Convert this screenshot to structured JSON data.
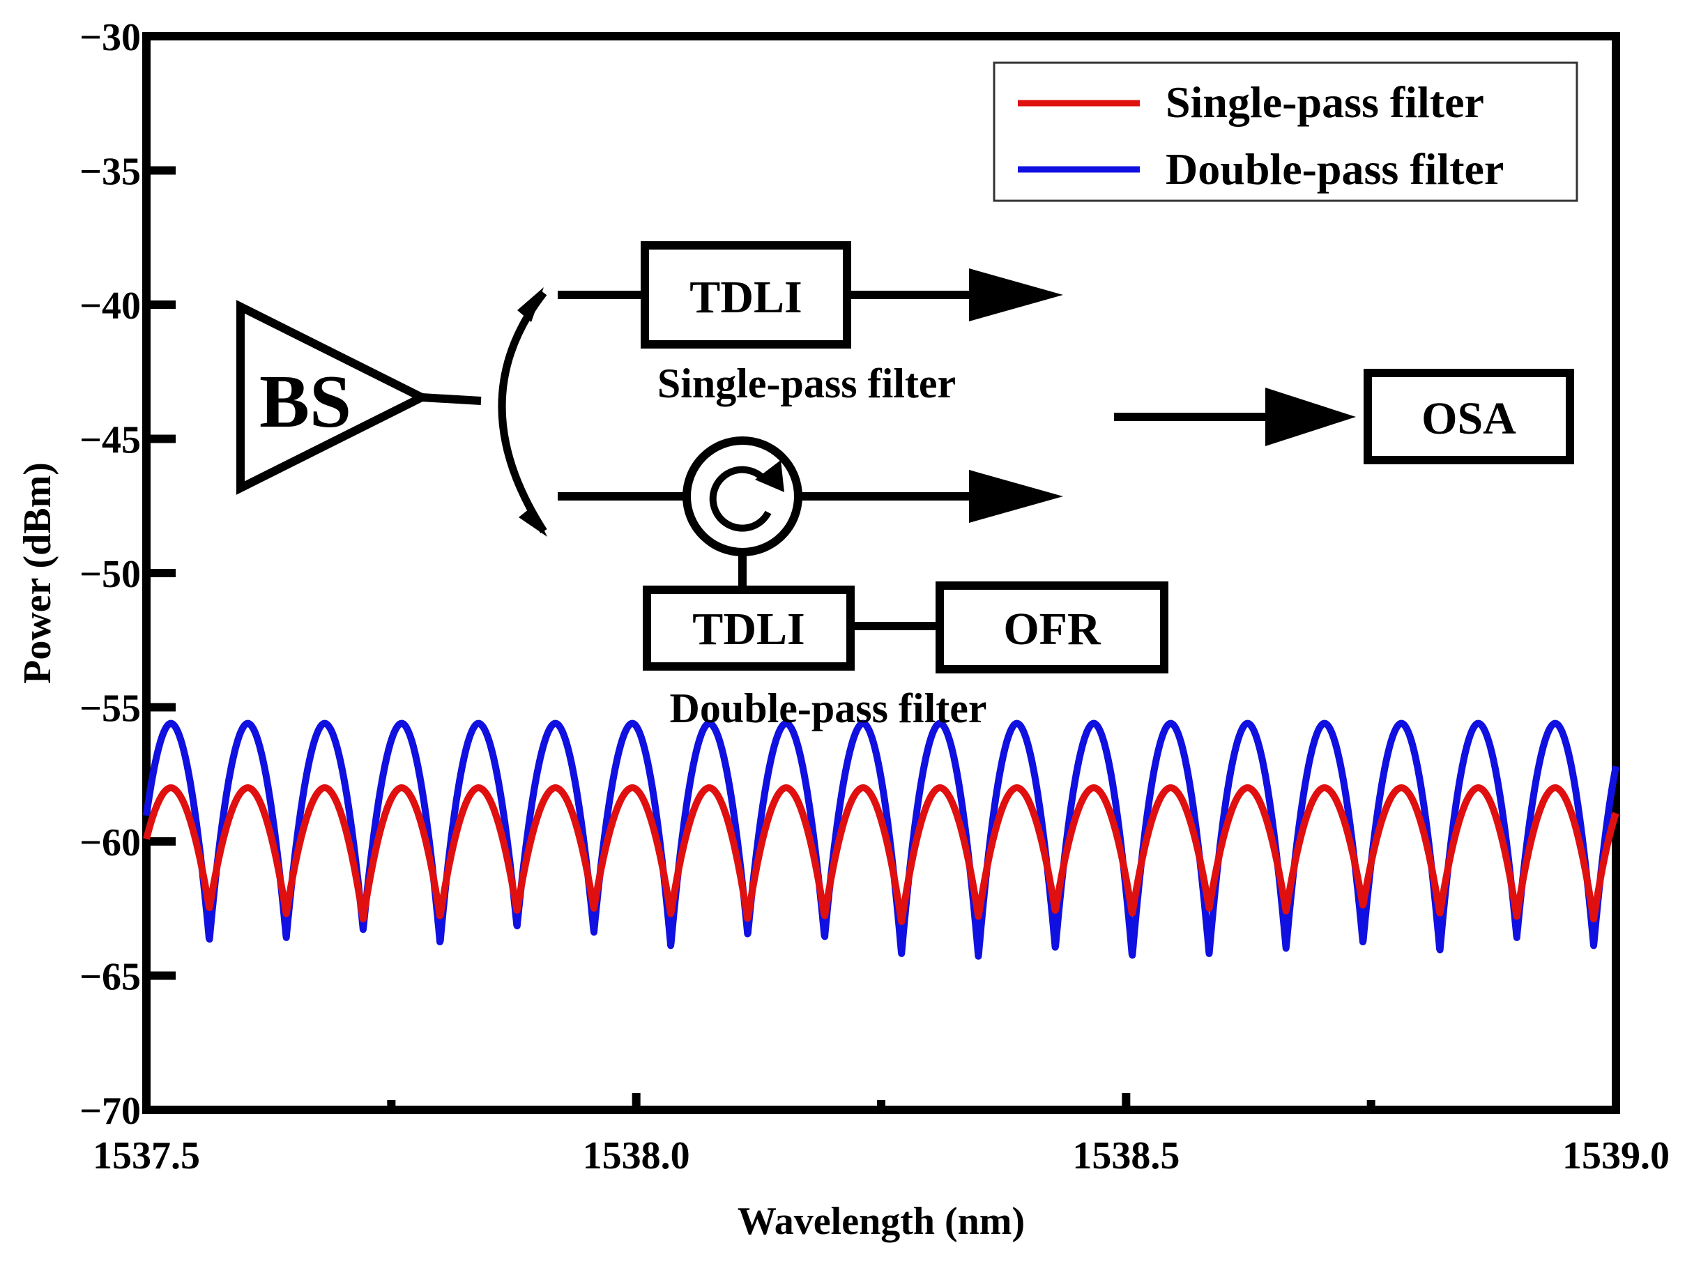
{
  "chart_data": {
    "type": "line",
    "title": "",
    "xlabel": "Wavelength (nm)",
    "ylabel": "Power (dBm)",
    "xlim": [
      1537.5,
      1539.0
    ],
    "ylim": [
      -70,
      -30
    ],
    "x_ticks": [
      "1537.5",
      "1538.0",
      "1538.5",
      "1539.0"
    ],
    "x_tick_values": [
      1537.5,
      1538.0,
      1538.5,
      1539.0
    ],
    "x_minor_ticks": [
      1537.75,
      1538.25,
      1538.75
    ],
    "y_ticks": [
      "-30",
      "-35",
      "-40",
      "-45",
      "-50",
      "-55",
      "-60",
      "-65",
      "-70"
    ],
    "y_tick_values": [
      -30,
      -35,
      -40,
      -45,
      -50,
      -55,
      -60,
      -65,
      -70
    ],
    "grid": false,
    "legend_position": "top-right",
    "series": [
      {
        "name": "Single-pass filter",
        "color": "#e01010",
        "period_nm": 0.0785,
        "first_peak_nm": 1537.525,
        "peak_dbm": -58,
        "trough_dbm": -62.8,
        "trough_points": [
          {
            "x": 1537.57,
            "y": -62.5
          },
          {
            "x": 1537.648,
            "y": -62.7
          },
          {
            "x": 1537.726,
            "y": -62.9
          },
          {
            "x": 1537.804,
            "y": -62.8
          },
          {
            "x": 1537.882,
            "y": -62.6
          },
          {
            "x": 1537.96,
            "y": -62.5
          },
          {
            "x": 1538.038,
            "y": -62.7
          },
          {
            "x": 1538.116,
            "y": -62.9
          },
          {
            "x": 1538.194,
            "y": -62.8
          },
          {
            "x": 1538.272,
            "y": -63.0
          },
          {
            "x": 1538.35,
            "y": -62.8
          },
          {
            "x": 1538.428,
            "y": -62.6
          },
          {
            "x": 1538.506,
            "y": -62.7
          },
          {
            "x": 1538.584,
            "y": -62.5
          },
          {
            "x": 1538.662,
            "y": -62.6
          },
          {
            "x": 1538.74,
            "y": -62.4
          },
          {
            "x": 1538.818,
            "y": -62.7
          },
          {
            "x": 1538.896,
            "y": -62.8
          },
          {
            "x": 1538.974,
            "y": -62.9
          }
        ]
      },
      {
        "name": "Double-pass filter",
        "color": "#1010e0",
        "period_nm": 0.0785,
        "first_peak_nm": 1537.525,
        "peak_dbm": -55.6,
        "trough_dbm": -63.8,
        "trough_points": [
          {
            "x": 1537.57,
            "y": -63.7
          },
          {
            "x": 1537.648,
            "y": -63.6
          },
          {
            "x": 1537.726,
            "y": -63.3
          },
          {
            "x": 1537.804,
            "y": -63.8
          },
          {
            "x": 1537.882,
            "y": -63.2
          },
          {
            "x": 1537.96,
            "y": -63.4
          },
          {
            "x": 1538.038,
            "y": -63.9
          },
          {
            "x": 1538.116,
            "y": -63.5
          },
          {
            "x": 1538.194,
            "y": -63.6
          },
          {
            "x": 1538.272,
            "y": -64.2
          },
          {
            "x": 1538.35,
            "y": -64.3
          },
          {
            "x": 1538.428,
            "y": -64.0
          },
          {
            "x": 1538.506,
            "y": -64.3
          },
          {
            "x": 1538.584,
            "y": -64.2
          },
          {
            "x": 1538.662,
            "y": -64.0
          },
          {
            "x": 1538.74,
            "y": -63.8
          },
          {
            "x": 1538.818,
            "y": -64.1
          },
          {
            "x": 1538.896,
            "y": -63.6
          },
          {
            "x": 1538.974,
            "y": -63.9
          }
        ]
      }
    ]
  },
  "inset": {
    "bs_label": "BS",
    "tdli_top_label": "TDLI",
    "single_pass_caption": "Single-pass filter",
    "tdli_bottom_label": "TDLI",
    "ofr_label": "OFR",
    "double_pass_caption": "Double-pass filter",
    "osa_label": "OSA"
  }
}
